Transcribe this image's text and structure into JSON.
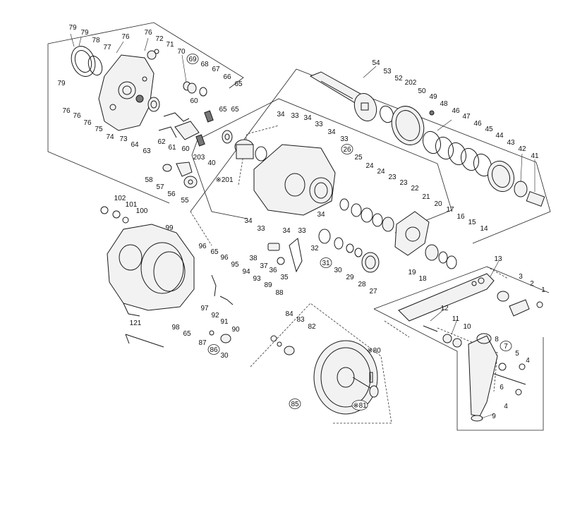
{
  "diagram": {
    "labels": [
      {
        "text": "79"
      },
      {
        "text": "79"
      },
      {
        "text": "78"
      },
      {
        "text": "77"
      },
      {
        "text": "76"
      },
      {
        "text": "76"
      },
      {
        "text": "72"
      },
      {
        "text": "71"
      },
      {
        "text": "70"
      },
      {
        "text": "69",
        "circled": true
      },
      {
        "text": "68"
      },
      {
        "text": "67"
      },
      {
        "text": "66"
      },
      {
        "text": "65"
      },
      {
        "text": "79"
      },
      {
        "text": "76"
      },
      {
        "text": "76"
      },
      {
        "text": "76"
      },
      {
        "text": "75"
      },
      {
        "text": "74"
      },
      {
        "text": "73"
      },
      {
        "text": "64"
      },
      {
        "text": "63"
      },
      {
        "text": "62"
      },
      {
        "text": "61"
      },
      {
        "text": "60"
      },
      {
        "text": "60"
      },
      {
        "text": "65"
      },
      {
        "text": "65"
      },
      {
        "text": "203"
      },
      {
        "text": "40"
      },
      {
        "text": "58"
      },
      {
        "text": "57"
      },
      {
        "text": "56"
      },
      {
        "text": "55"
      },
      {
        "text": "※201"
      },
      {
        "text": "54"
      },
      {
        "text": "53"
      },
      {
        "text": "52"
      },
      {
        "text": "202"
      },
      {
        "text": "50"
      },
      {
        "text": "49"
      },
      {
        "text": "48"
      },
      {
        "text": "46"
      },
      {
        "text": "47"
      },
      {
        "text": "46"
      },
      {
        "text": "45"
      },
      {
        "text": "44"
      },
      {
        "text": "43"
      },
      {
        "text": "42"
      },
      {
        "text": "41"
      },
      {
        "text": "34"
      },
      {
        "text": "33"
      },
      {
        "text": "34"
      },
      {
        "text": "33"
      },
      {
        "text": "34"
      },
      {
        "text": "33"
      },
      {
        "text": "26",
        "circled": true
      },
      {
        "text": "25"
      },
      {
        "text": "24"
      },
      {
        "text": "24"
      },
      {
        "text": "23"
      },
      {
        "text": "23"
      },
      {
        "text": "22"
      },
      {
        "text": "21"
      },
      {
        "text": "20"
      },
      {
        "text": "17"
      },
      {
        "text": "16"
      },
      {
        "text": "15"
      },
      {
        "text": "14"
      },
      {
        "text": "34"
      },
      {
        "text": "34"
      },
      {
        "text": "33"
      },
      {
        "text": "34"
      },
      {
        "text": "33"
      },
      {
        "text": "32"
      },
      {
        "text": "31",
        "circled": true
      },
      {
        "text": "30"
      },
      {
        "text": "29"
      },
      {
        "text": "28"
      },
      {
        "text": "27"
      },
      {
        "text": "19"
      },
      {
        "text": "18"
      },
      {
        "text": "38"
      },
      {
        "text": "37"
      },
      {
        "text": "36"
      },
      {
        "text": "35"
      },
      {
        "text": "102"
      },
      {
        "text": "101"
      },
      {
        "text": "100"
      },
      {
        "text": "99"
      },
      {
        "text": "96"
      },
      {
        "text": "65"
      },
      {
        "text": "96"
      },
      {
        "text": "95"
      },
      {
        "text": "94"
      },
      {
        "text": "93"
      },
      {
        "text": "89"
      },
      {
        "text": "88"
      },
      {
        "text": "97"
      },
      {
        "text": "92"
      },
      {
        "text": "91"
      },
      {
        "text": "90"
      },
      {
        "text": "98"
      },
      {
        "text": "65"
      },
      {
        "text": "87"
      },
      {
        "text": "86",
        "circled": true
      },
      {
        "text": "30"
      },
      {
        "text": "121"
      },
      {
        "text": "84"
      },
      {
        "text": "83"
      },
      {
        "text": "82"
      },
      {
        "text": "※80"
      },
      {
        "text": "85",
        "circled": true
      },
      {
        "text": "※81",
        "circled": true
      },
      {
        "text": "13"
      },
      {
        "text": "3"
      },
      {
        "text": "2"
      },
      {
        "text": "1"
      },
      {
        "text": "12"
      },
      {
        "text": "11"
      },
      {
        "text": "10"
      },
      {
        "text": "8"
      },
      {
        "text": "7",
        "circled": true
      },
      {
        "text": "5"
      },
      {
        "text": "4"
      },
      {
        "text": "6"
      },
      {
        "text": "4"
      },
      {
        "text": "9"
      }
    ]
  }
}
